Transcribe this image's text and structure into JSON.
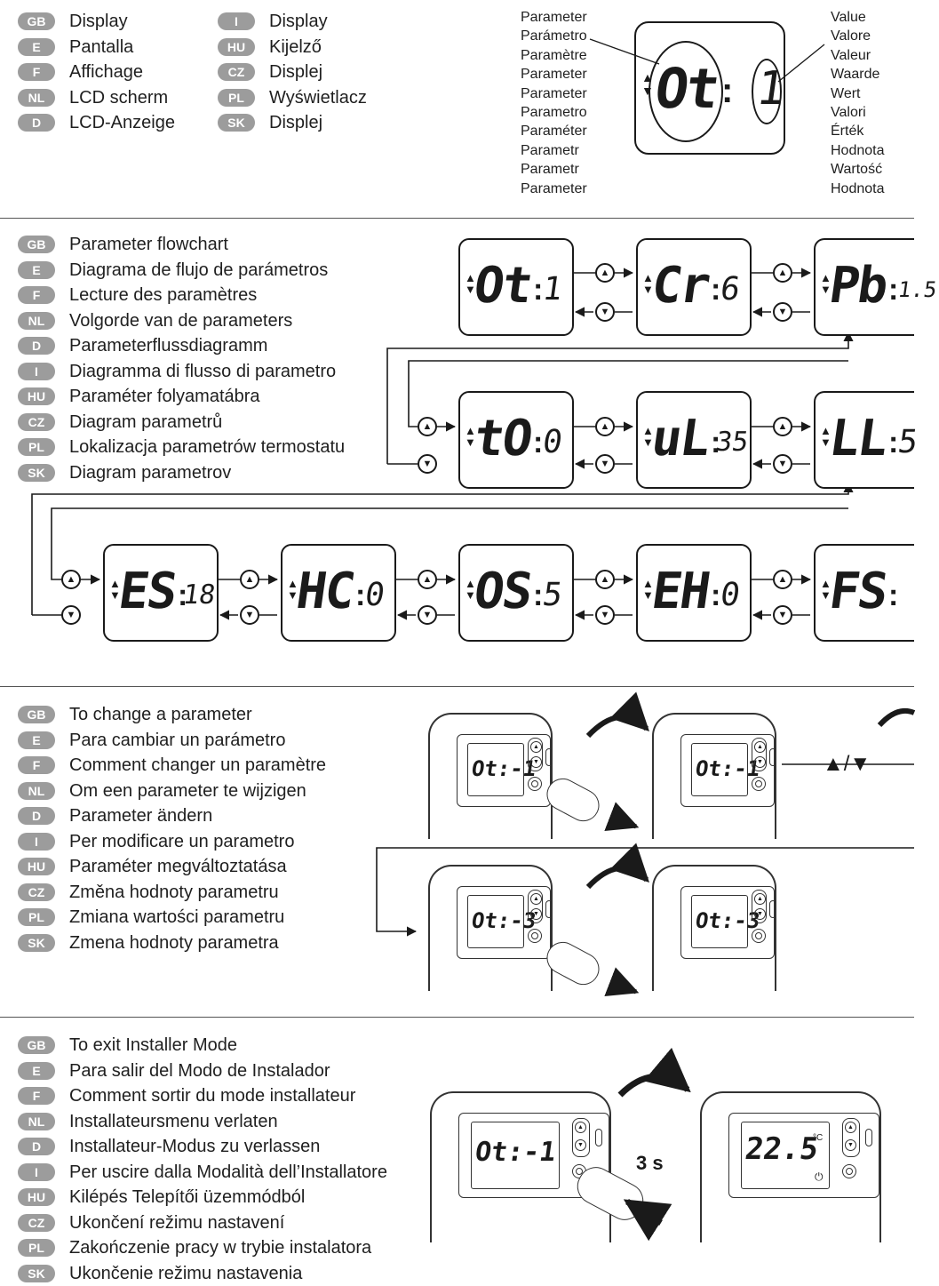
{
  "sections": {
    "display": {
      "languages_left": [
        {
          "code": "GB",
          "text": "Display"
        },
        {
          "code": "E",
          "text": "Pantalla"
        },
        {
          "code": "F",
          "text": "Affichage"
        },
        {
          "code": "NL",
          "text": "LCD scherm"
        },
        {
          "code": "D",
          "text": "LCD-Anzeige"
        }
      ],
      "languages_right": [
        {
          "code": "I",
          "text": "Display"
        },
        {
          "code": "HU",
          "text": "Kijelző"
        },
        {
          "code": "CZ",
          "text": "Displej"
        },
        {
          "code": "PL",
          "text": "Wyświetlacz"
        },
        {
          "code": "SK",
          "text": "Displej"
        }
      ],
      "parameter_labels": [
        "Parameter",
        "Parámetro",
        "Paramètre",
        "Parameter",
        "Parameter",
        "Parametro",
        "Paraméter",
        "Parametr",
        "Parametr",
        "Parameter"
      ],
      "value_labels": [
        "Value",
        "Valore",
        "Valeur",
        "Waarde",
        "Wert",
        "Valori",
        "Érték",
        "Hodnota",
        "Wartość",
        "Hodnota"
      ],
      "example": {
        "code": "Ot",
        "value": "1"
      }
    },
    "flowchart": {
      "languages": [
        {
          "code": "GB",
          "text": "Parameter flowchart"
        },
        {
          "code": "E",
          "text": "Diagrama de flujo de parámetros"
        },
        {
          "code": "F",
          "text": "Lecture des paramètres"
        },
        {
          "code": "NL",
          "text": "Volgorde van de parameters"
        },
        {
          "code": "D",
          "text": "Parameterflussdiagramm"
        },
        {
          "code": "I",
          "text": "Diagramma di flusso di parametro"
        },
        {
          "code": "HU",
          "text": "Paraméter folyamatábra"
        },
        {
          "code": "CZ",
          "text": "Diagram parametrů"
        },
        {
          "code": "PL",
          "text": "Lokalizacja parametrów termostatu"
        },
        {
          "code": "SK",
          "text": "Diagram parametrov"
        }
      ],
      "screens": [
        {
          "code": "Ot",
          "value": "1"
        },
        {
          "code": "Cr",
          "value": "6"
        },
        {
          "code": "Pb",
          "value": "1.5"
        },
        {
          "code": "tO",
          "value": "0"
        },
        {
          "code": "uL",
          "value": "35"
        },
        {
          "code": "LL",
          "value": "5"
        },
        {
          "code": "ES",
          "value": "18"
        },
        {
          "code": "HC",
          "value": "0"
        },
        {
          "code": "OS",
          "value": "5"
        },
        {
          "code": "EH",
          "value": "0"
        },
        {
          "code": "FS",
          "value": ""
        }
      ]
    },
    "change": {
      "languages": [
        {
          "code": "GB",
          "text": "To change a parameter"
        },
        {
          "code": "E",
          "text": "Para cambiar un parámetro"
        },
        {
          "code": "F",
          "text": "Comment changer un paramètre"
        },
        {
          "code": "NL",
          "text": "Om een parameter te wijzigen"
        },
        {
          "code": "D",
          "text": "Parameter ändern"
        },
        {
          "code": "I",
          "text": "Per modificare un parametro"
        },
        {
          "code": "HU",
          "text": "Paraméter megváltoztatása"
        },
        {
          "code": "CZ",
          "text": "Změna hodnoty parametru"
        },
        {
          "code": "PL",
          "text": "Zmiana wartości parametru"
        },
        {
          "code": "SK",
          "text": "Zmena hodnoty parametra"
        }
      ],
      "devices": [
        {
          "screen": "Ot:-1"
        },
        {
          "screen": "Ot:-1"
        },
        {
          "screen": "Ot:-3"
        },
        {
          "screen": "Ot:-3"
        }
      ],
      "updown_symbol": "▲/▼"
    },
    "exit": {
      "languages": [
        {
          "code": "GB",
          "text": "To exit Installer Mode"
        },
        {
          "code": "E",
          "text": "Para salir del Modo de Instalador"
        },
        {
          "code": "F",
          "text": "Comment sortir du mode installateur"
        },
        {
          "code": "NL",
          "text": "Installateursmenu verlaten"
        },
        {
          "code": "D",
          "text": "Installateur-Modus zu verlassen"
        },
        {
          "code": "I",
          "text": "Per uscire dalla Modalità dell’Installatore"
        },
        {
          "code": "HU",
          "text": "Kilépés Telepítői üzemmódból"
        },
        {
          "code": "CZ",
          "text": "Ukončení režimu nastavení"
        },
        {
          "code": "PL",
          "text": "Zakończenie pracy w trybie instalatora"
        },
        {
          "code": "SK",
          "text": "Ukončenie režimu nastavenia"
        }
      ],
      "hold_time": "3 s",
      "devices": [
        {
          "screen": "Ot:-1"
        },
        {
          "screen": "22.5",
          "unit": "°C"
        }
      ]
    }
  },
  "colors": {
    "badge": "#9c9c9c",
    "ink": "#1a1a1a",
    "rule": "#555555"
  }
}
